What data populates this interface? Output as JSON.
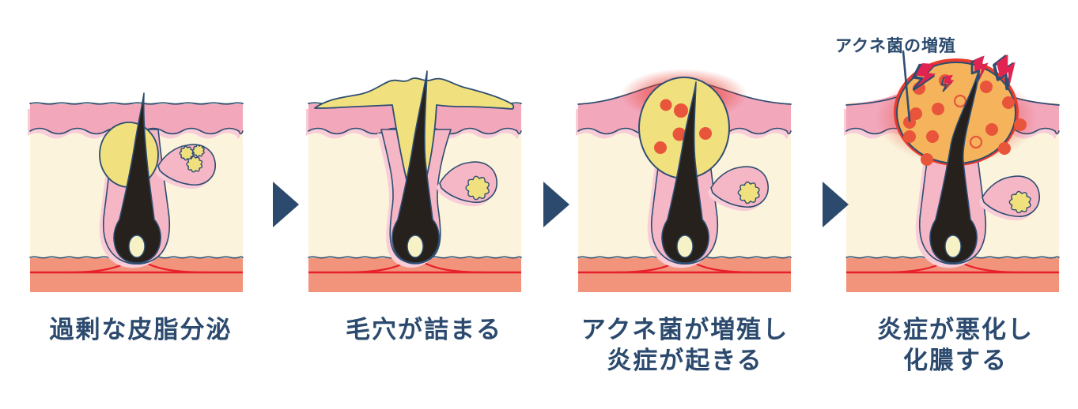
{
  "diagram": {
    "topic": "acne-formation-stages",
    "stages": [
      {
        "id": 1,
        "caption_lines": [
          "過剰な皮脂分泌"
        ],
        "illustration": "skin-cross-section-excess-sebum"
      },
      {
        "id": 2,
        "caption_lines": [
          "毛穴が詰まる"
        ],
        "illustration": "skin-cross-section-clogged-pore"
      },
      {
        "id": 3,
        "caption_lines": [
          "アクネ菌が増殖し",
          "炎症が起きる"
        ],
        "illustration": "skin-cross-section-inflamed-comedone"
      },
      {
        "id": 4,
        "caption_lines": [
          "炎症が悪化し",
          "化膿する"
        ],
        "illustration": "skin-cross-section-pustule"
      }
    ],
    "annotation": {
      "label": "アクネ菌の増殖",
      "points_to": "stage-4-pustule"
    },
    "icons": {
      "arrow": "right-triangle-arrow-icon",
      "bolts": "inflammation-lightning-icon"
    },
    "colors": {
      "bg": "#ffffff",
      "navy": "#2e4d71",
      "text": "#2b4a6e",
      "arrow": "#2b4a6e",
      "pink": "#f2a7bb",
      "pinklight": "#f8cdd8",
      "follicle": "#f5b6c6",
      "cream": "#fbf3dc",
      "salmon": "#f2947c",
      "vessel": "#e8202e",
      "yellow": "#f1e07e",
      "pale": "#f7f2c6",
      "hair": "#26211c",
      "orange": "#f5b45c",
      "dot": "#e8553b",
      "inflame": "#e93b2c",
      "bolt": "#e02350"
    }
  }
}
